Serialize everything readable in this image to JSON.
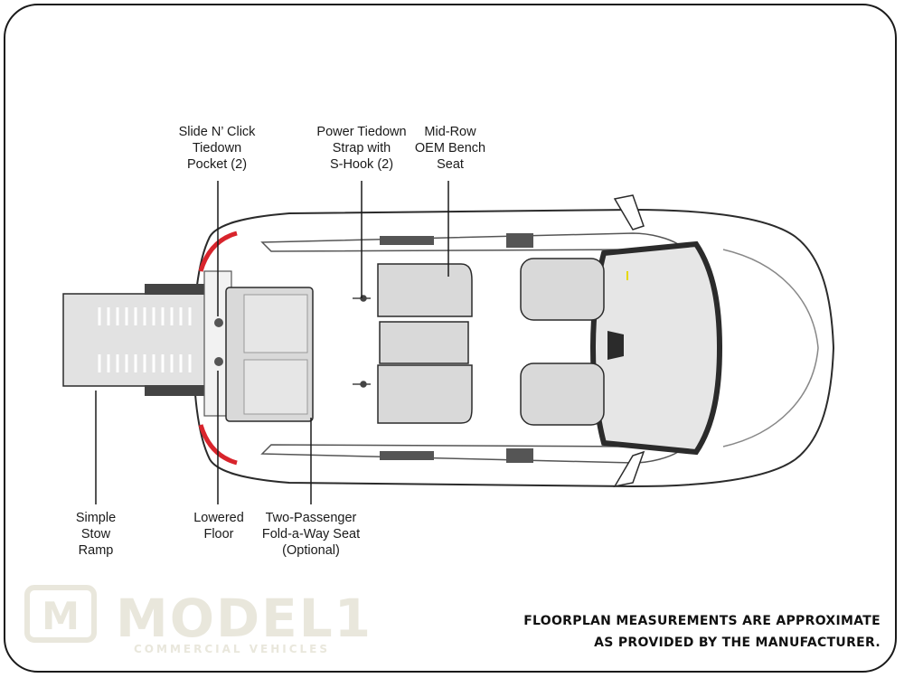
{
  "labels": {
    "slide_click": "Slide N’ Click\nTiedown\nPocket (2)",
    "power_tiedown": "Power Tiedown\nStrap with\nS-Hook (2)",
    "mid_row": "Mid-Row\nOEM Bench\nSeat",
    "ramp": "Simple\nStow\nRamp",
    "lowered_floor": "Lowered\nFloor",
    "fold_seat": "Two-Passenger\nFold-a-Way Seat\n(Optional)"
  },
  "note": {
    "line1": "FLOORPLAN MEASUREMENTS ARE APPROXIMATE",
    "line2": "AS PROVIDED BY THE MANUFACTURER."
  },
  "logo": {
    "mark": "M",
    "name": "MODEL1",
    "tagline": "COMMERCIAL VEHICLES"
  },
  "colors": {
    "accent_red": "#d8242c",
    "outline": "#2b2b2b",
    "seat_gray": "#d9d9d9",
    "logo_tint": "#e9e7dc"
  }
}
